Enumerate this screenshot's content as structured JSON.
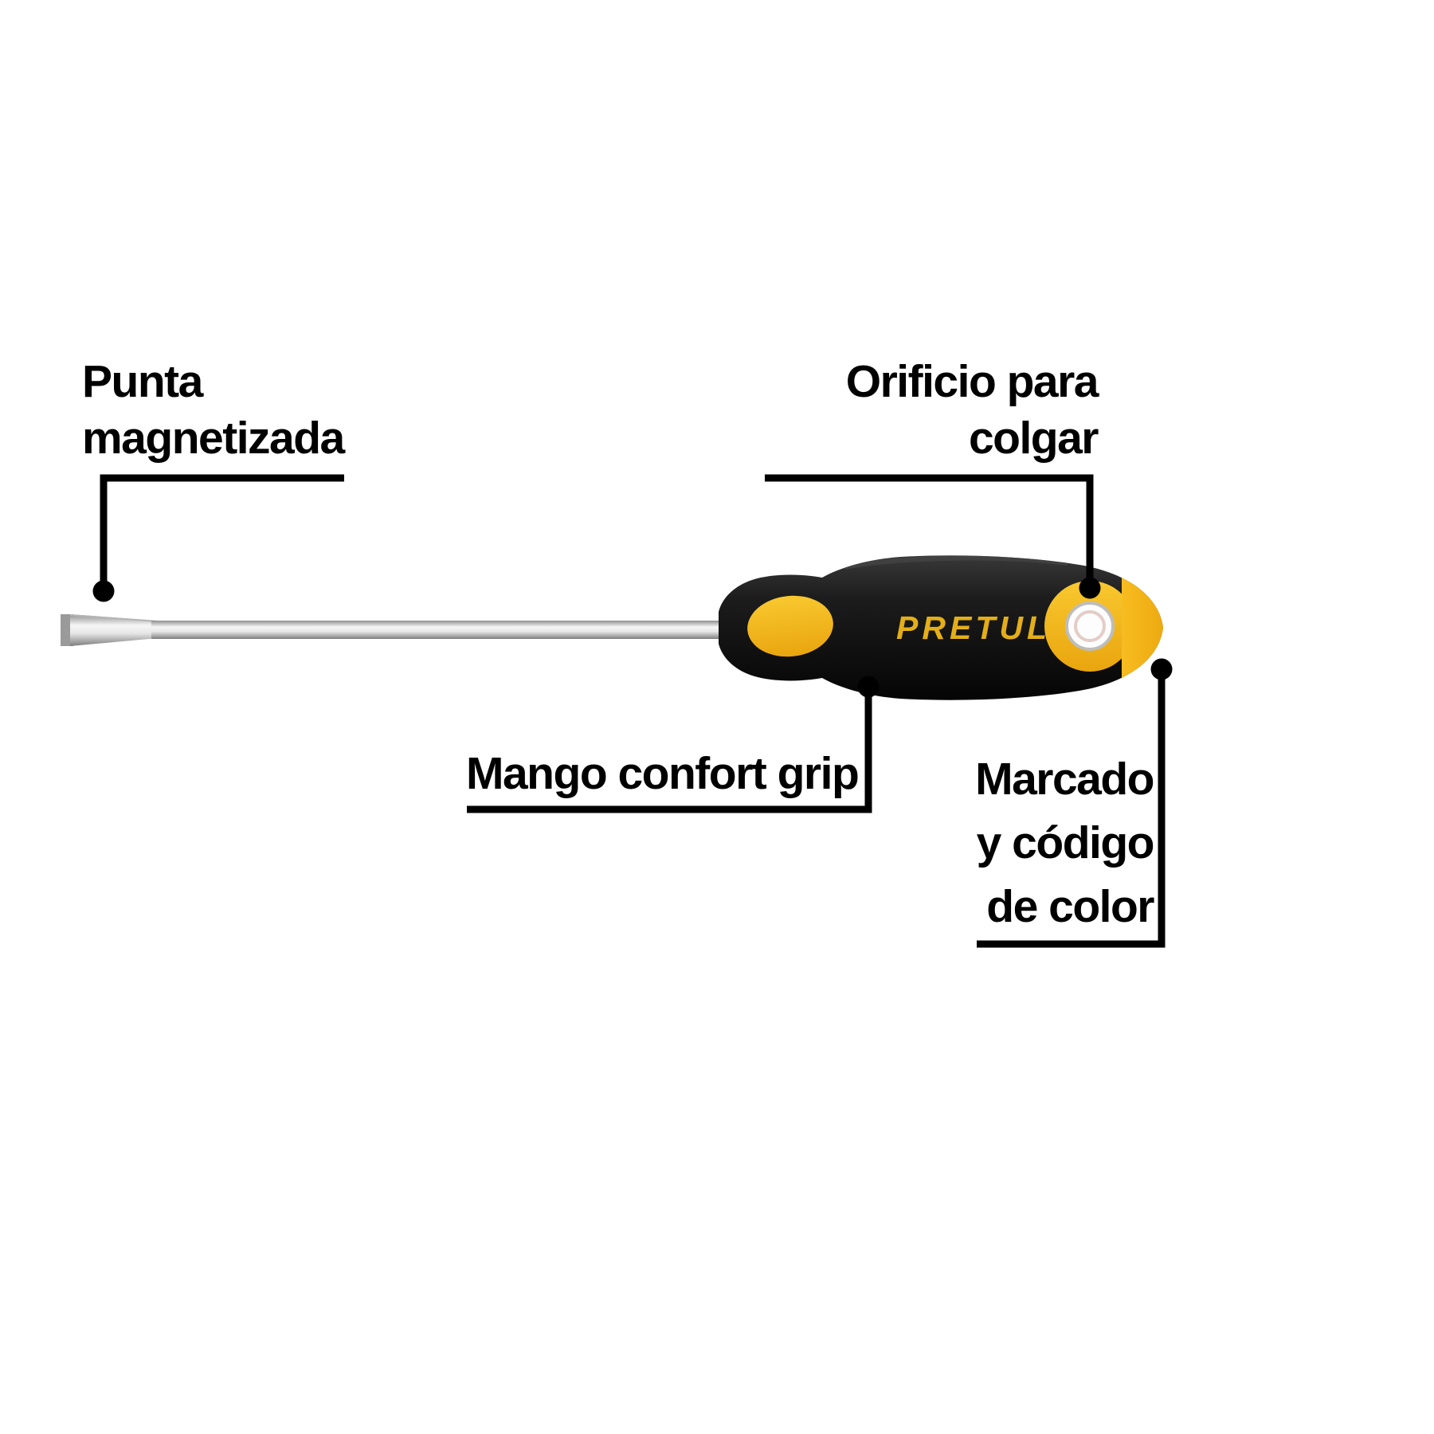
{
  "diagram": {
    "brand": "PRETUL",
    "callouts": {
      "punta": {
        "line1": "Punta",
        "line2": "magnetizada"
      },
      "orificio": {
        "line1": "Orificio para",
        "line2": "colgar"
      },
      "mango": {
        "text": "Mango confort grip"
      },
      "marcado": {
        "line1": "Marcado",
        "line2": "y código",
        "line3": "de color"
      }
    },
    "colors": {
      "accent_yellow": "#F4B223",
      "handle_black": "#151515",
      "callout_line": "#000000",
      "shaft_silver": "#C8C8C8",
      "background": "#FFFFFF"
    }
  }
}
